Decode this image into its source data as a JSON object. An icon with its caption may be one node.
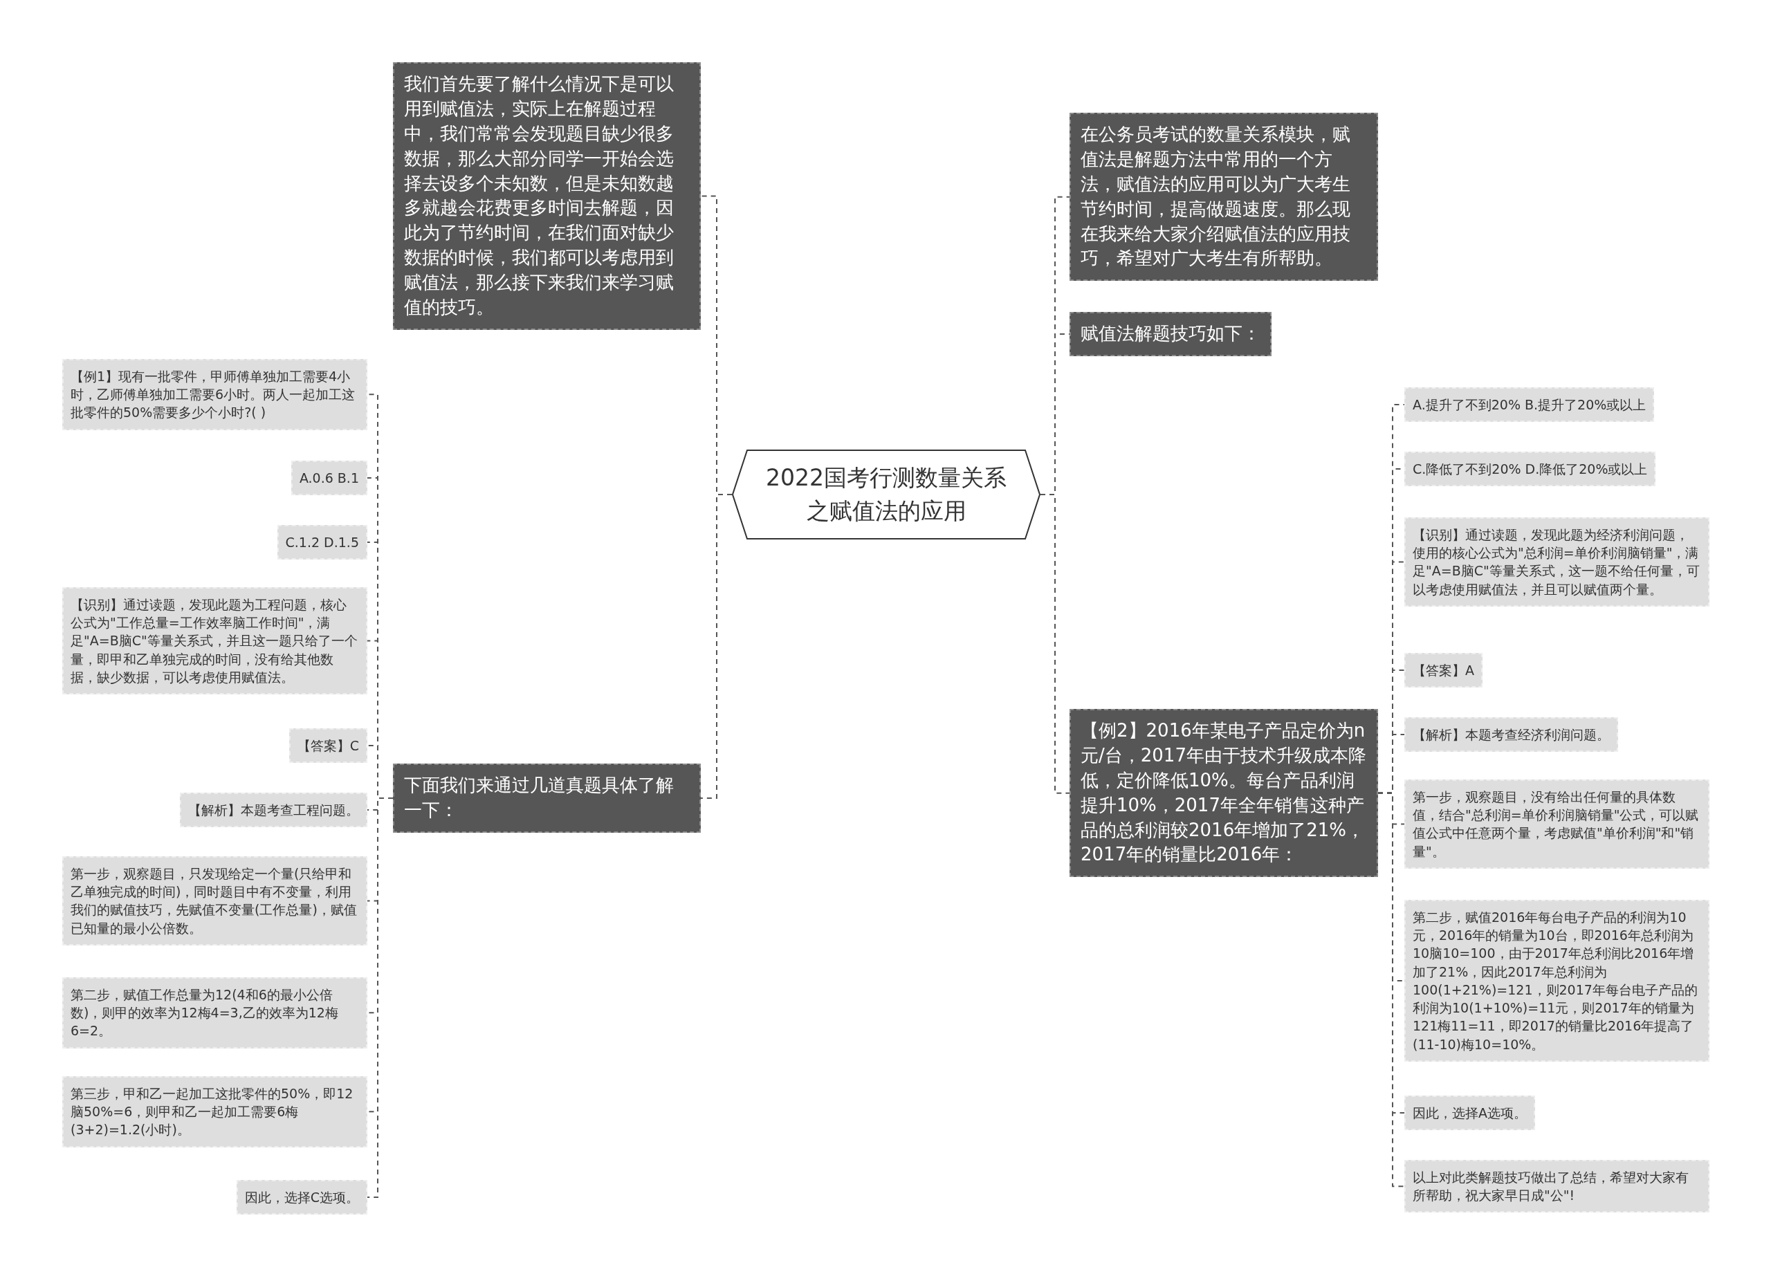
{
  "diagram": {
    "nodes": [
      {
        "text": [
          "2022国考行测数量关系之赋值法的应用"
        ]
      },
      {
        "text": [
          "我们首先要了解什么情况下是可以用到赋值法，实际上在解题过程中，我们常常会发现题目缺少很多数据，那么大部分同学一开始会选择去设多个未知数，但是未知数越多就越会花费更多时间去解题，因此为了节约时间，在我们面对缺少数据的时候，我们都可以考虑用到赋值法，那么接下来我们来学习赋值的技巧。"
        ]
      },
      {
        "text": [
          "下面我们来通过几道真题具体了解一下："
        ]
      },
      {
        "text": [
          "【例1】现有一批零件，甲师傅单独加工需要4小时，乙师傅单独加工需要6小时。两人一起加工这批零件的50%需要多少个小时?( )"
        ]
      },
      {
        "text": [
          "A.0.6 B.1"
        ]
      },
      {
        "text": [
          "C.1.2 D.1.5"
        ]
      },
      {
        "text": [
          "【识别】通过读题，发现此题为工程问题，核心公式为\"工作总量=工作效率脑工作时间\"，满足\"A=B脑C\"等量关系式，并且这一题只给了一个量，即甲和乙单独完成的时间，没有给其他数据，缺少数据，可以考虑使用赋值法。"
        ]
      },
      {
        "text": [
          "【答案】C"
        ]
      },
      {
        "text": [
          "【解析】本题考查工程问题。"
        ]
      },
      {
        "text": [
          "第一步，观察题目，只发现给定一个量(只给甲和乙单独完成的时间)，同时题目中有不变量，利用我们的赋值技巧，先赋值不变量(工作总量)，赋值已知量的最小公倍数。"
        ]
      },
      {
        "text": [
          "第二步，赋值工作总量为12(4和6的最小公倍数)，则甲的效率为12梅4=3,乙的效率为12梅6=2。"
        ]
      },
      {
        "text": [
          "第三步，甲和乙一起加工这批零件的50%，即12脑50%=6，则甲和乙一起加工需要6梅(3+2)=1.2(小时)。"
        ]
      },
      {
        "text": [
          "因此，选择C选项。"
        ]
      },
      {
        "text": [
          "在公务员考试的数量关系模块，赋值法是解题方法中常用的一个方法，赋值法的应用可以为广大考生节约时间，提高做题速度。那么现在我来给大家介绍赋值法的应用技巧，希望对广大考生有所帮助。"
        ]
      },
      {
        "text": [
          "赋值法解题技巧如下："
        ]
      },
      {
        "text": [
          "【例2】2016年某电子产品定价为n元/台，2017年由于技术升级成本降低，定价降低10%。每台产品利润提升10%，2017年全年销售这种产品的总利润较2016年增加了21%，2017年的销量比2016年："
        ]
      },
      {
        "text": [
          "A.提升了不到20% B.提升了20%或以上"
        ]
      },
      {
        "text": [
          "C.降低了不到20% D.降低了20%或以上"
        ]
      },
      {
        "text": [
          "【识别】通过读题，发现此题为经济利润问题，使用的核心公式为\"总利润=单价利润脑销量\"，满足\"A=B脑C\"等量关系式，这一题不给任何量，可以考虑使用赋值法，并且可以赋值两个量。"
        ]
      },
      {
        "text": [
          "【答案】A"
        ]
      },
      {
        "text": [
          "【解析】本题考查经济利润问题。"
        ]
      },
      {
        "text": [
          "第一步，观察题目，没有给出任何量的具体数值，结合\"总利润=单价利润脑销量\"公式，可以赋值公式中任意两个量，考虑赋值\"单价利润\"和\"销量\"。"
        ]
      },
      {
        "text": [
          "第二步，赋值2016年每台电子产品的利润为10元，2016年的销量为10台，即2016年总利润为10脑10=100，由于2017年总利润比2016年增加了21%，因此2017年总利润为100(1+21%)=121，则2017年每台电子产品的利润为10(1+10%)=11元，则2017年的销量为121梅11=11，即2017的销量比2016年提高了(11-10)梅10=10%。"
        ]
      },
      {
        "text": [
          "因此，选择A选项。"
        ]
      },
      {
        "text": [
          "以上对此类解题技巧做出了总结，希望对大家有所帮助，祝大家早日成\"公\"!"
        ]
      }
    ],
    "edges": [
      {
        "from": 0,
        "to": 1,
        "arrow": "none",
        "style": "dashed"
      },
      {
        "from": 0,
        "to": 2,
        "arrow": "none",
        "style": "dashed"
      },
      {
        "from": 2,
        "to": 3,
        "arrow": "none",
        "style": "dashed"
      },
      {
        "from": 2,
        "to": 4,
        "arrow": "none",
        "style": "dashed"
      },
      {
        "from": 2,
        "to": 5,
        "arrow": "none",
        "style": "dashed"
      },
      {
        "from": 2,
        "to": 6,
        "arrow": "none",
        "style": "dashed"
      },
      {
        "from": 2,
        "to": 7,
        "arrow": "none",
        "style": "dashed"
      },
      {
        "from": 2,
        "to": 8,
        "arrow": "none",
        "style": "dashed"
      },
      {
        "from": 2,
        "to": 9,
        "arrow": "none",
        "style": "dashed"
      },
      {
        "from": 2,
        "to": 10,
        "arrow": "none",
        "style": "dashed"
      },
      {
        "from": 2,
        "to": 11,
        "arrow": "none",
        "style": "dashed"
      },
      {
        "from": 2,
        "to": 12,
        "arrow": "none",
        "style": "dashed"
      },
      {
        "from": 0,
        "to": 13,
        "arrow": "none",
        "style": "dashed"
      },
      {
        "from": 0,
        "to": 14,
        "arrow": "none",
        "style": "dashed"
      },
      {
        "from": 0,
        "to": 15,
        "arrow": "none",
        "style": "dashed"
      },
      {
        "from": 15,
        "to": 16,
        "arrow": "none",
        "style": "dashed"
      },
      {
        "from": 15,
        "to": 17,
        "arrow": "none",
        "style": "dashed"
      },
      {
        "from": 15,
        "to": 18,
        "arrow": "none",
        "style": "dashed"
      },
      {
        "from": 15,
        "to": 19,
        "arrow": "none",
        "style": "dashed"
      },
      {
        "from": 15,
        "to": 20,
        "arrow": "none",
        "style": "dashed"
      },
      {
        "from": 15,
        "to": 21,
        "arrow": "none",
        "style": "dashed"
      },
      {
        "from": 15,
        "to": 22,
        "arrow": "none",
        "style": "dashed"
      },
      {
        "from": 15,
        "to": 23,
        "arrow": "none",
        "style": "dashed"
      },
      {
        "from": 15,
        "to": 24,
        "arrow": "none",
        "style": "dashed"
      }
    ]
  }
}
